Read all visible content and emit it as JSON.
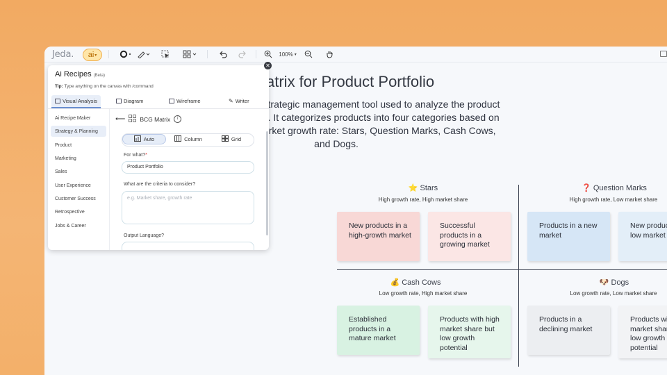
{
  "toolbar": {
    "logo": "Jeda.",
    "ai_label": "ai",
    "zoom": "100%",
    "icons": [
      "circle-tool-icon",
      "pen-tool-icon",
      "select-icon",
      "layout-icon",
      "undo-icon",
      "redo-icon",
      "zoom-in-icon",
      "zoom-out-icon",
      "hand-icon"
    ]
  },
  "canvas": {
    "title": "BCG Matrix for Product Portfolio",
    "description": "The BCG matrix is a strategic management tool used to analyze the product portfolio of a business. It categorizes products into four categories based on market share and market growth rate: Stars, Question Marks, Cash Cows, and Dogs.",
    "quadrants": {
      "stars": {
        "icon": "⭐",
        "title": "Stars",
        "subtitle": "High growth rate, High market share",
        "cards": [
          "New products in a high-growth market",
          "Successful products in a growing market"
        ]
      },
      "question_marks": {
        "icon": "❓",
        "title": "Question Marks",
        "subtitle": "High growth rate, Low market share",
        "cards": [
          "Products in a new market",
          "New products with low market share"
        ]
      },
      "cash_cows": {
        "icon": "💰",
        "title": "Cash Cows",
        "subtitle": "Low growth rate, High market share",
        "cards": [
          "Established products in a mature market",
          "Products with high market share but low growth potential"
        ]
      },
      "dogs": {
        "icon": "🐶",
        "title": "Dogs",
        "subtitle": "Low growth rate, Low market share",
        "cards": [
          "Products in a declining market",
          "Products with low market share and low growth potential"
        ]
      }
    }
  },
  "panel": {
    "title": "Ai Recipes",
    "badge": "(Beta)",
    "tip_label": "Tip:",
    "tip_text": "Type anything on the canvas with /command",
    "tabs": [
      "Visual Analysis",
      "Diagram",
      "Wireframe",
      "Writer"
    ],
    "sidebar": [
      "Ai Recipe Maker",
      "Strategy & Planning",
      "Product",
      "Marketing",
      "Sales",
      "User Experience",
      "Customer Success",
      "Retrospective",
      "Jobs & Career"
    ],
    "breadcrumb": "BCG Matrix",
    "layout_options": [
      "Auto",
      "Column",
      "Grid"
    ],
    "for_what_label": "For what?",
    "for_what_required": "*",
    "for_what_value": "Product Portfolio",
    "criteria_label": "What are the criteria to consider?",
    "criteria_placeholder": "e.g. Market share, growth rate",
    "output_language_label": "Output Language?"
  }
}
